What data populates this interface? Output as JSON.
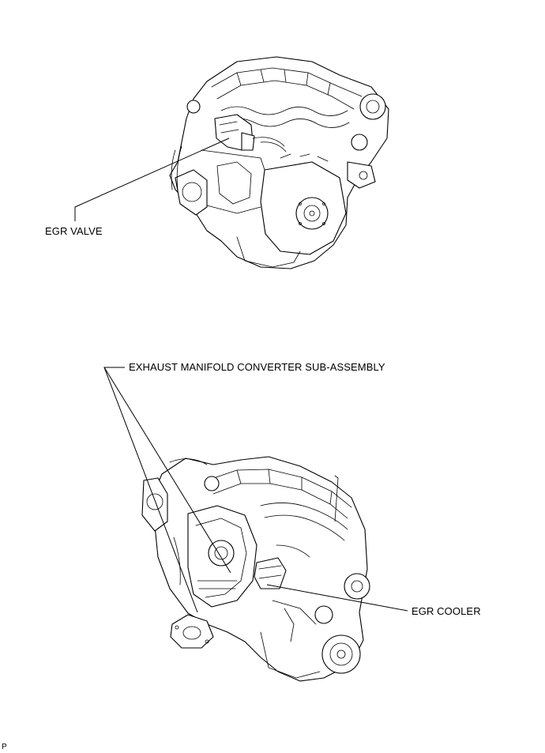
{
  "labels": {
    "egr_valve": "EGR VALVE",
    "exhaust_manifold": "EXHAUST MANIFOLD CONVERTER SUB-ASSEMBLY",
    "egr_cooler": "EGR COOLER"
  },
  "corner_code": "P"
}
